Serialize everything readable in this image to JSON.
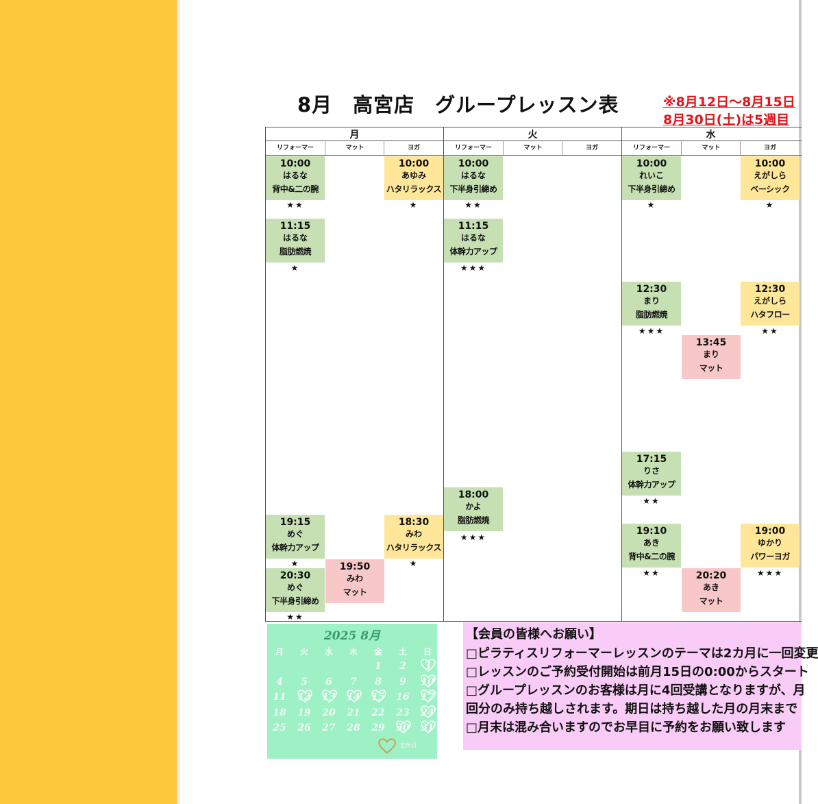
{
  "title": "8月　高宮店　グループレッスン表",
  "notice": [
    "※8月12日～8月15日",
    "8月30日(土)は5週目"
  ],
  "days": [
    "月",
    "火",
    "水"
  ],
  "categories": [
    "リフォーマー",
    "マット",
    "ヨガ",
    "リフォーマー",
    "マット",
    "ヨガ",
    "リフォーマー",
    "マット",
    "ヨガ"
  ],
  "lessons": [
    {
      "time": "10:00",
      "name": "はるな",
      "class": "背中&二の腕",
      "stars": "★★"
    },
    {
      "time": "11:15",
      "name": "はるな",
      "class": "脂肪燃焼",
      "stars": "★"
    },
    {
      "time": "19:15",
      "name": "めぐ",
      "class": "体幹力アップ",
      "stars": "★"
    },
    {
      "time": "20:30",
      "name": "めぐ",
      "class": "下半身引締め",
      "stars": "★★"
    },
    {
      "time": "19:50",
      "name": "みわ",
      "class": "マット",
      "stars": ""
    },
    {
      "time": "10:00",
      "name": "あゆみ",
      "class": "ハタリラックス",
      "stars": "★"
    },
    {
      "time": "18:30",
      "name": "みわ",
      "class": "ハタリラックス",
      "stars": "★"
    },
    {
      "time": "10:00",
      "name": "はるな",
      "class": "下半身引締め",
      "stars": "★★"
    },
    {
      "time": "11:15",
      "name": "はるな",
      "class": "体幹力アップ",
      "stars": "★★★"
    },
    {
      "time": "18:00",
      "name": "かよ",
      "class": "脂肪燃焼",
      "stars": "★★★"
    },
    {
      "time": "10:00",
      "name": "れいこ",
      "class": "下半身引締め",
      "stars": "★"
    },
    {
      "time": "12:30",
      "name": "まり",
      "class": "脂肪燃焼",
      "stars": "★★★"
    },
    {
      "time": "17:15",
      "name": "りさ",
      "class": "体幹力アップ",
      "stars": "★★"
    },
    {
      "time": "19:10",
      "name": "あき",
      "class": "背中&二の腕",
      "stars": "★★"
    },
    {
      "time": "13:45",
      "name": "まり",
      "class": "マット",
      "stars": ""
    },
    {
      "time": "20:20",
      "name": "あき",
      "class": "マット",
      "stars": ""
    },
    {
      "time": "10:00",
      "name": "えがしら",
      "class": "ベーシック",
      "stars": "★"
    },
    {
      "time": "12:30",
      "name": "えがしら",
      "class": "ハタフロー",
      "stars": "★★"
    },
    {
      "time": "19:00",
      "name": "ゆかり",
      "class": "パワーヨガ",
      "stars": "★★★"
    }
  ],
  "calendar": {
    "title": "2025 8月",
    "weekdays": [
      "月",
      "火",
      "水",
      "木",
      "金",
      "土",
      "日"
    ],
    "weeks": [
      [
        "",
        "",
        "",
        "",
        "1",
        "2",
        "3"
      ],
      [
        "4",
        "5",
        "6",
        "7",
        "8",
        "9",
        "10"
      ],
      [
        "11",
        "12",
        "13",
        "14",
        "15",
        "16",
        "17"
      ],
      [
        "18",
        "19",
        "20",
        "21",
        "22",
        "23",
        "24"
      ],
      [
        "25",
        "26",
        "27",
        "28",
        "29",
        "30",
        "31"
      ]
    ],
    "closed_days": [
      "3",
      "10",
      "12",
      "13",
      "14",
      "15",
      "17",
      "24",
      "30",
      "31"
    ],
    "legend": "定休日"
  },
  "notes": {
    "heading": "【会員の皆様へお願い】",
    "lines": [
      "□ピラティスリフォーマーレッスンのテーマは2カ月に一回変更",
      "□レッスンのご予約受付開始は前月15日の0:00からスタート",
      "□グループレッスンのお客様は月に4回受講となりますが、月",
      "回分のみ持ち越しされます。期日は持ち越した月の月末まで",
      "□月末は混み合いますのでお早目に予約をお願い致します"
    ]
  },
  "colors": {
    "sidebar": "#fdc73b",
    "reformer": "#c6e0b4",
    "mat": "#f8c8c8",
    "yoga": "#ffe699",
    "calendar": "#9ef0c5",
    "notes": "#f9ccf7",
    "notice": "#e3131b"
  }
}
